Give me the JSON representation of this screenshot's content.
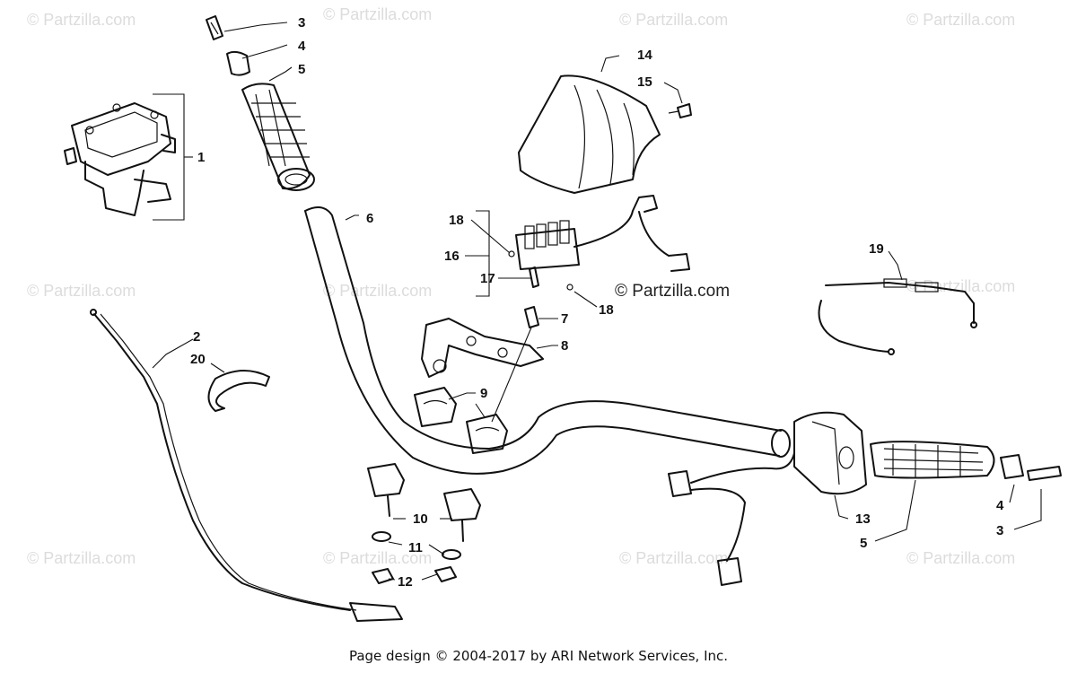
{
  "watermark": {
    "text": "© Partzilla.com",
    "center_text": "© Partzilla.com"
  },
  "footer": "Page design © 2004-2017 by ARI Network Services, Inc.",
  "callouts": {
    "c1": "1",
    "c2": "2",
    "c3a": "3",
    "c3b": "3",
    "c4a": "4",
    "c4b": "4",
    "c5a": "5",
    "c5b": "5",
    "c6": "6",
    "c7": "7",
    "c8": "8",
    "c9": "9",
    "c10": "10",
    "c11": "11",
    "c12": "12",
    "c13": "13",
    "c14": "14",
    "c15": "15",
    "c16": "16",
    "c17": "17",
    "c18a": "18",
    "c18b": "18",
    "c19": "19",
    "c20": "20"
  }
}
